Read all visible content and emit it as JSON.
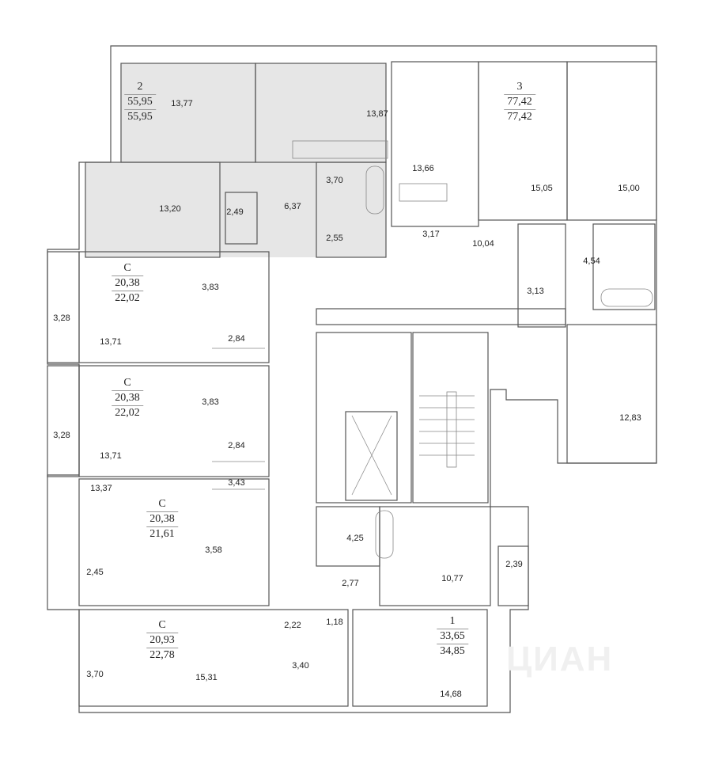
{
  "watermark": "ЦИАН",
  "apartments": [
    {
      "type": "2",
      "area_living": "55,95",
      "area_total": "55,95",
      "rooms": [
        "13,77",
        "13,87",
        "13,20",
        "2,49",
        "6,37",
        "3,70",
        "2,55"
      ]
    },
    {
      "type": "3",
      "area_living": "77,42",
      "area_total": "77,42",
      "rooms": [
        "13,66",
        "15,05",
        "15,00",
        "10,04",
        "3,17",
        "4,54",
        "3,13",
        "12,83"
      ]
    },
    {
      "type": "C",
      "area_living": "20,38",
      "area_total": "22,02",
      "rooms": [
        "3,28",
        "13,71",
        "3,83",
        "2,84"
      ]
    },
    {
      "type": "C",
      "area_living": "20,38",
      "area_total": "22,02",
      "rooms": [
        "3,28",
        "13,71",
        "3,83",
        "2,84"
      ]
    },
    {
      "type": "C",
      "area_living": "20,38",
      "area_total": "21,61",
      "rooms": [
        "13,37",
        "2,45",
        "3,43",
        "3,58"
      ]
    },
    {
      "type": "C",
      "area_living": "20,93",
      "area_total": "22,78",
      "rooms": [
        "3,70",
        "15,31",
        "2,22",
        "3,40",
        "1,18"
      ]
    },
    {
      "type": "1",
      "area_living": "33,65",
      "area_total": "34,85",
      "rooms": [
        "4,25",
        "2,77",
        "10,77",
        "2,39",
        "14,68"
      ]
    }
  ]
}
